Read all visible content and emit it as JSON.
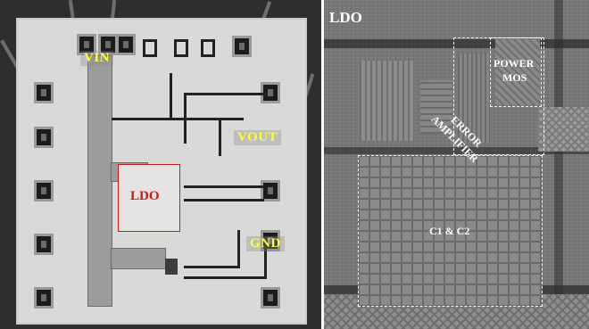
{
  "left": {
    "labels": {
      "vin": "VIN",
      "vout": "VOUT",
      "gnd": "GND",
      "ldo": "LDO"
    },
    "colors": {
      "pin_label": "#ffff33",
      "ldo_box": "#d01818"
    }
  },
  "right": {
    "labels": {
      "title": "LDO",
      "power_mos_line1": "POWER",
      "power_mos_line2": "MOS",
      "error_amp_line1": "ERROR",
      "error_amp_line2": "AMPLIFIER",
      "caps": "C1 & C2"
    },
    "colors": {
      "annotation": "#ffffff"
    }
  }
}
